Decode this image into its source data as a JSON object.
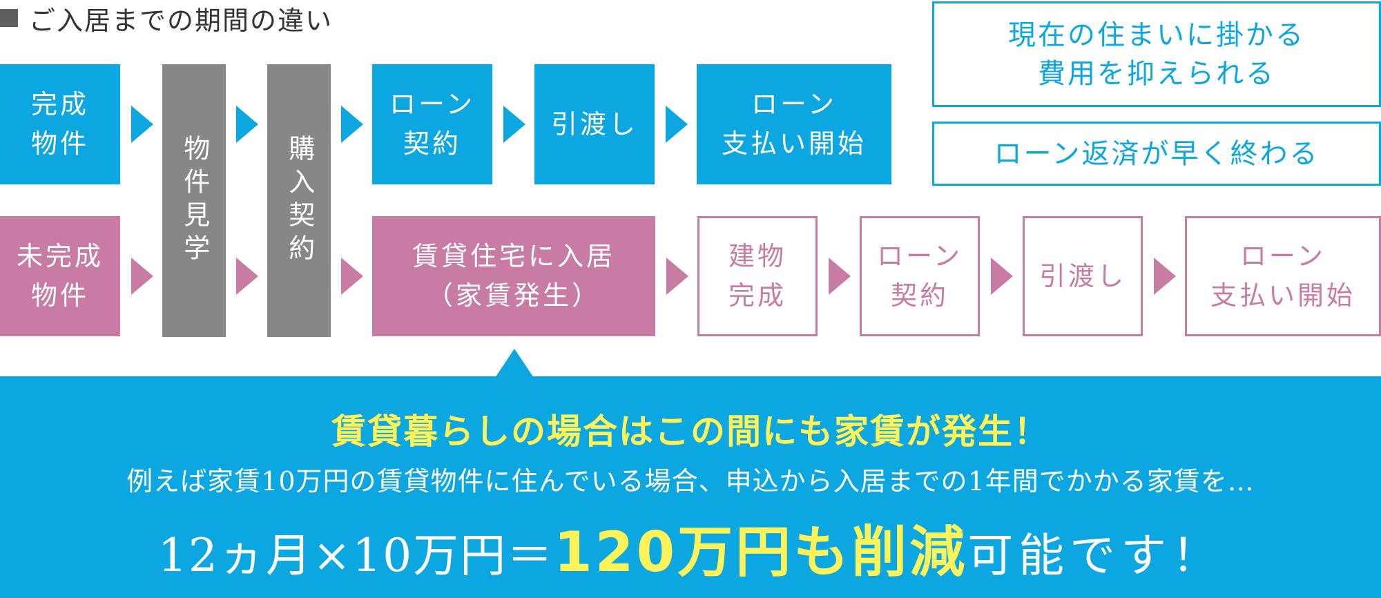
{
  "heading": {
    "text": "ご入居までの期間の違い"
  },
  "top_flow": {
    "completed": "完成\n物件",
    "loan_contract": "ローン\n契約",
    "handover": "引渡し",
    "loan_payment": "ローン\n支払い開始"
  },
  "shared_steps": {
    "viewing": "物件見学",
    "purchase_contract": "購入契約"
  },
  "bottom_flow": {
    "uncompleted": "未完成\n物件",
    "rental": "賃貸住宅に入居\n（家賃発生）",
    "building_complete": "建物\n完成",
    "loan_contract": "ローン\n契約",
    "handover": "引渡し",
    "loan_payment": "ローン\n支払い開始"
  },
  "benefits": [
    "現在の住まいに掛かる\n費用を抑えられる",
    "ローン返済が早く終わる"
  ],
  "callout": {
    "title": "賃貸暮らしの場合はこの間にも家賃が発生！",
    "description": "例えば家賃10万円の賃貸物件に住んでいる場合、申込から入居までの1年間でかかる家賃を…",
    "formula_left": "12ヵ月×10万円＝",
    "formula_highlight": "120万円も削減",
    "formula_right": "可能です！"
  },
  "colors": {
    "blue": "#0ca6e0",
    "pink": "#c87ca3",
    "grey": "#878787",
    "yellow": "#fff35a"
  }
}
